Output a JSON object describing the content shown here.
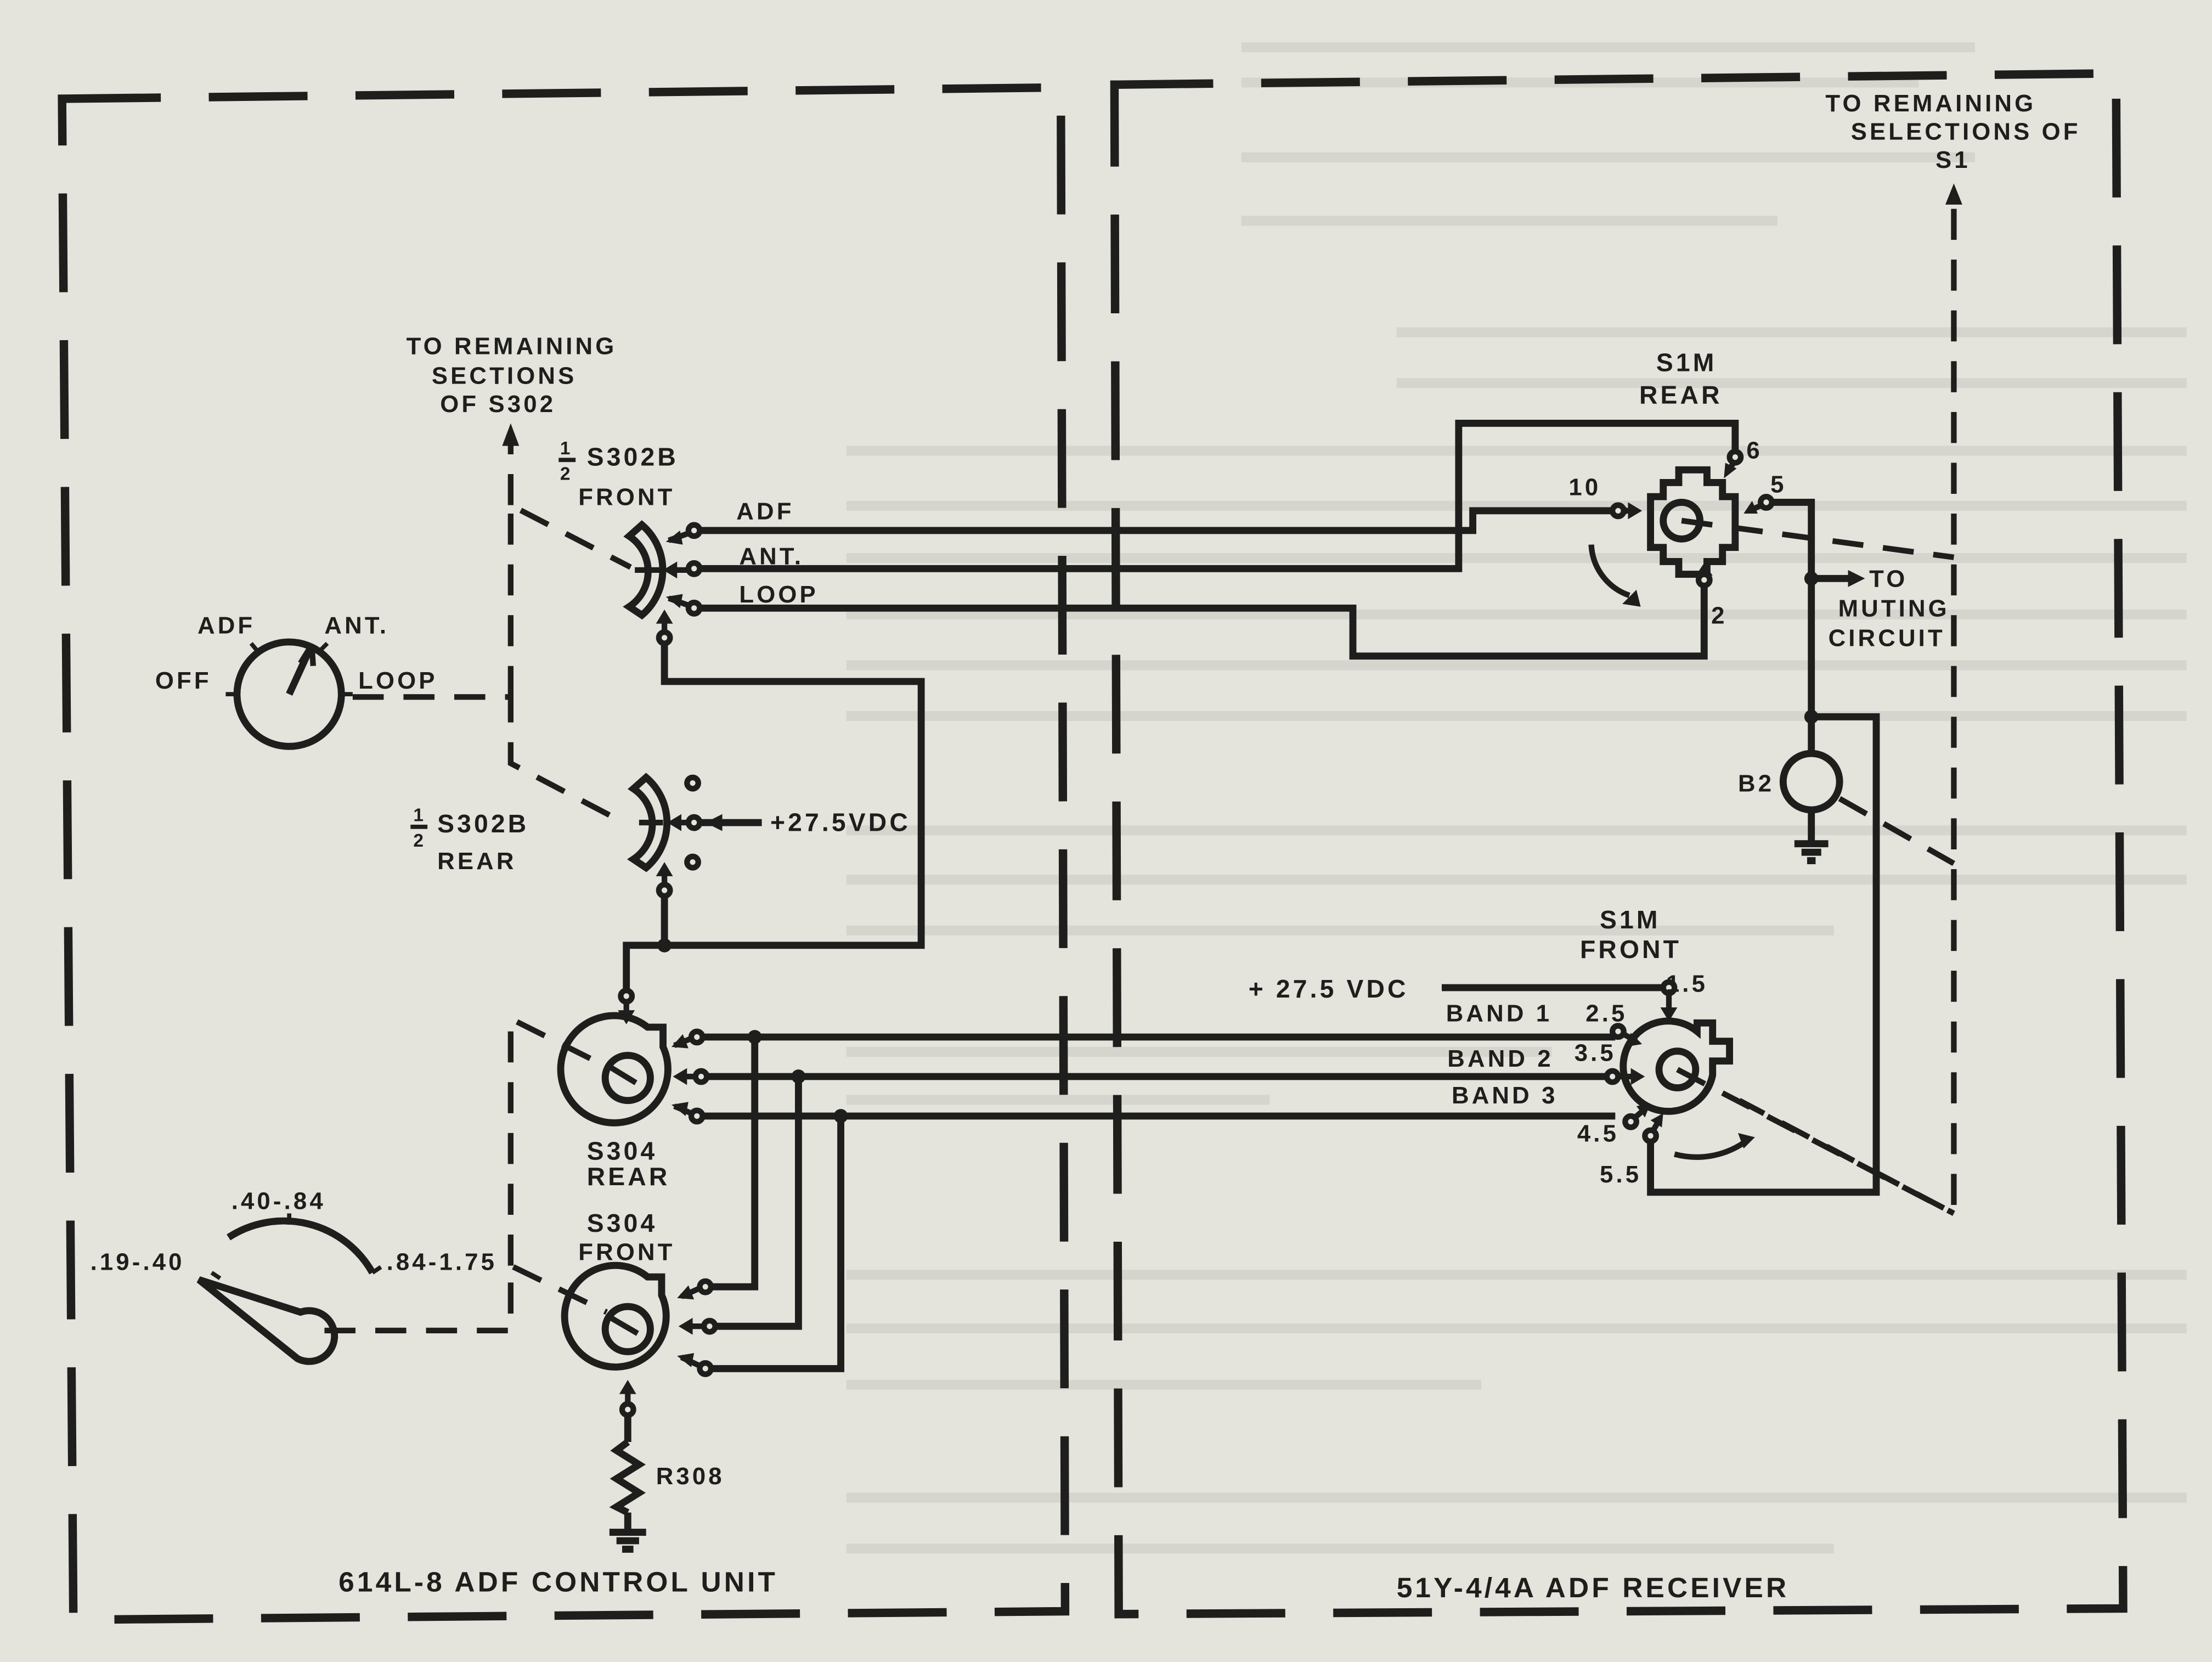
{
  "colors": {
    "paper": "#e4e3dc",
    "ink": "#1e1e1c",
    "show_through": "#c9c8c1"
  },
  "control_unit": {
    "title": "614L-8 ADF CONTROL UNIT",
    "function_switch": {
      "positions": [
        "OFF",
        "ADF",
        "ANT.",
        "LOOP"
      ],
      "selected": "ANT."
    },
    "s302b_front": {
      "fraction": "1/2",
      "name": "S302B",
      "deck": "FRONT",
      "contacts": [
        "ADF",
        "ANT.",
        "LOOP"
      ],
      "note_lines": [
        "TO REMAINING",
        "SECTIONS",
        "OF S302"
      ]
    },
    "s302b_rear": {
      "fraction": "1/2",
      "name": "S302B",
      "deck": "REAR",
      "supply": "+27.5VDC"
    },
    "s304_rear": {
      "name": "S304",
      "deck": "REAR"
    },
    "s304_front": {
      "name": "S304",
      "deck": "FRONT"
    },
    "band_switch": {
      "ranges": [
        ".19-.40",
        ".40-.84",
        ".84-1.75"
      ]
    },
    "resistor": "R308"
  },
  "receiver": {
    "title": "51Y-4/4A ADF RECEIVER",
    "note_lines": [
      "TO REMAINING",
      "SELECTIONS OF",
      "S1"
    ],
    "s1_rear": {
      "name": "S1M",
      "deck": "REAR",
      "contacts": [
        "10",
        "6",
        "5",
        "2"
      ]
    },
    "muting": [
      "TO",
      "MUTING",
      "CIRCUIT"
    ],
    "relay": "B2",
    "s1_front": {
      "name": "S1M",
      "deck": "FRONT",
      "supply": "+ 27.5 VDC",
      "contacts": [
        "1.5",
        "2.5",
        "3.5",
        "4.5",
        "5.5"
      ],
      "bands": [
        "BAND 1",
        "BAND 2",
        "BAND 3"
      ]
    }
  }
}
